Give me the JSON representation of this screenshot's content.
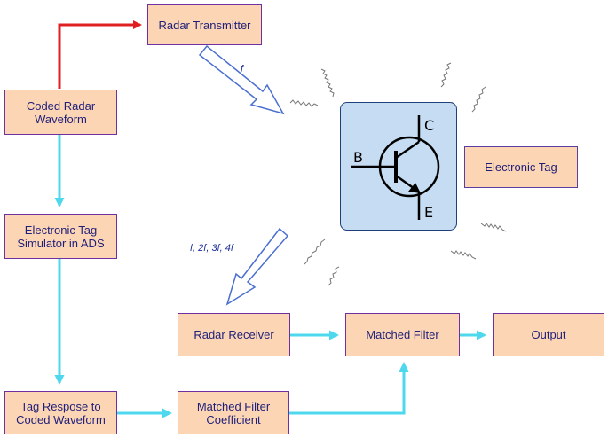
{
  "boxes": {
    "coded_radar_waveform": "Coded Radar\nWaveform",
    "radar_transmitter": "Radar Transmitter",
    "electronic_tag_simulator": "Electronic Tag\nSimulator in ADS",
    "tag_response": "Tag Respose to\nCoded Waveform",
    "matched_filter_coefficient": "Matched Filter\nCoefficient",
    "radar_receiver": "Radar Receiver",
    "matched_filter": "Matched Filter",
    "output": "Output",
    "electronic_tag": "Electronic Tag"
  },
  "labels": {
    "tx_frequency": "f",
    "rx_frequencies": "f,  2f,  3f,  4f"
  },
  "transistor": {
    "base": "B",
    "collector": "C",
    "emitter": "E"
  },
  "colors": {
    "box_fill": "#fcd5b4",
    "box_border": "#7030a0",
    "red_arrow": "#e02020",
    "cyan_arrow": "#4dd8ee",
    "panel_fill": "#c6dcf2"
  }
}
